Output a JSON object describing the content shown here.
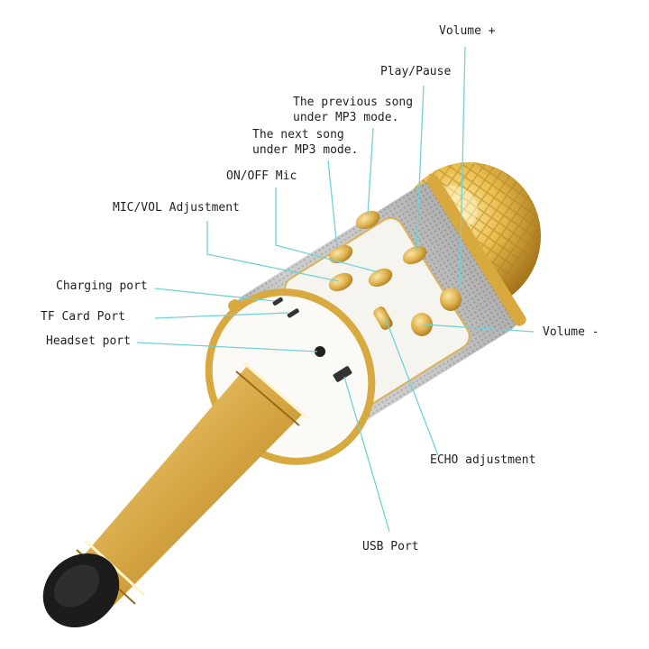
{
  "colors": {
    "leader_line": "#6fd3d8",
    "gold_light": "#f3d98a",
    "gold_mid": "#d8a93f",
    "gold_dark": "#8a6018",
    "grille_gray": "#b9b9b9",
    "panel_white": "#f6f4ef",
    "end_cap": "#1c1c1c",
    "text": "#222222"
  },
  "callouts": {
    "volume_plus": "Volume +",
    "play_pause": "Play/Pause",
    "previous_song_line1": "The previous song",
    "previous_song_line2": "under MP3 mode.",
    "next_song_line1": "The next song",
    "next_song_line2": "under MP3 mode.",
    "on_off_mic": "ON/OFF Mic",
    "mic_vol": "MIC/VOL Adjustment",
    "charging_port": "Charging port",
    "tf_card_port": "TF Card Port",
    "headset_port": "Headset port",
    "volume_minus": "Volume -",
    "echo_adjustment": "ECHO adjustment",
    "usb_port": "USB Port"
  }
}
